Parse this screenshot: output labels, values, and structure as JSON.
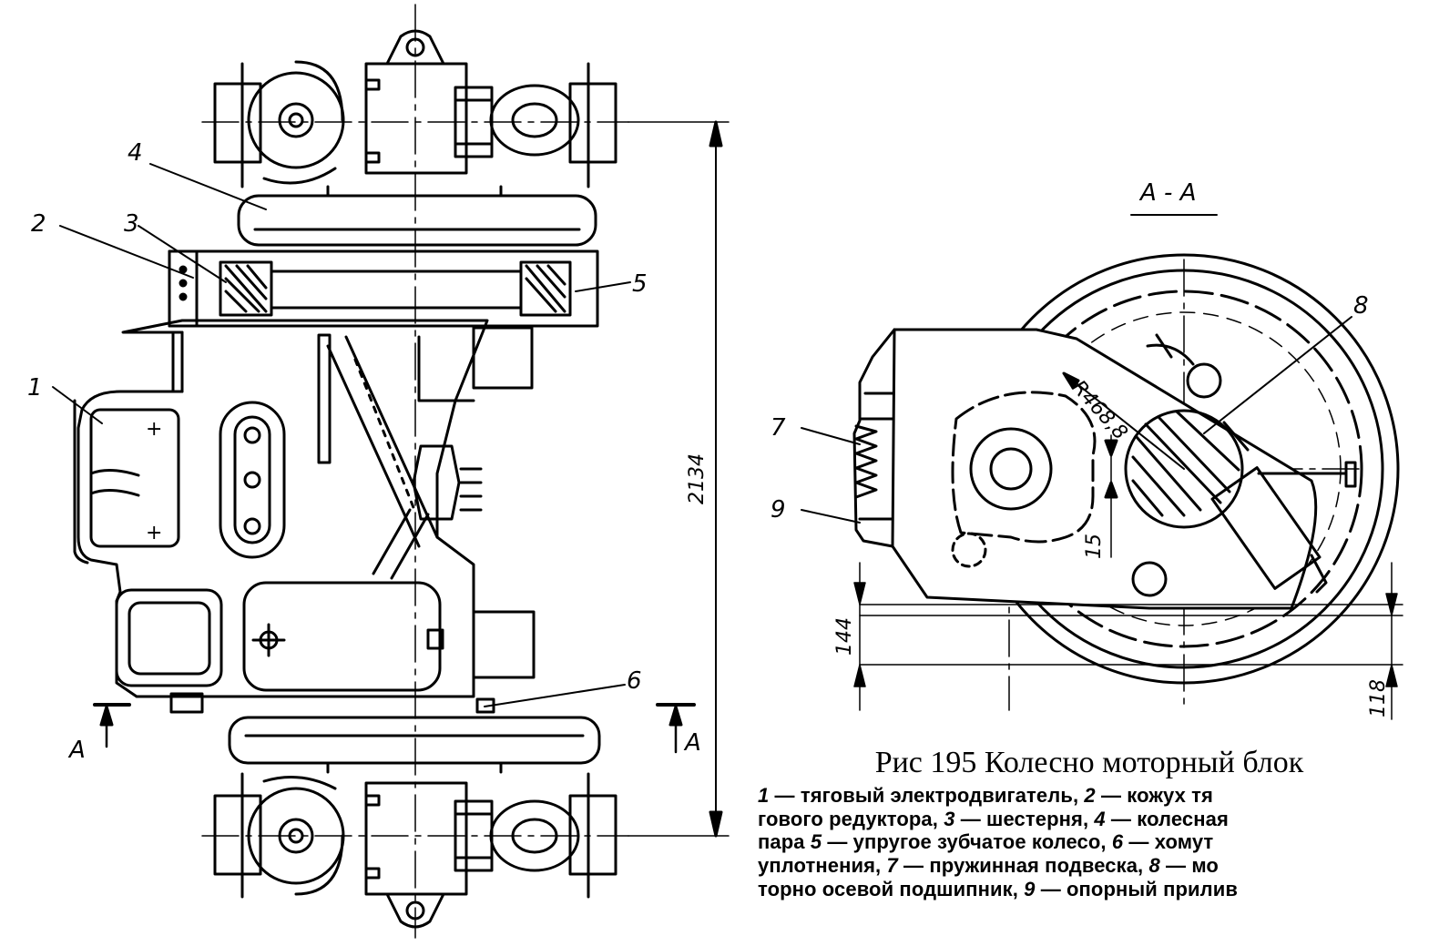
{
  "section_view": {
    "title": "А - А",
    "radius_label": "R468,8",
    "offset_label": "15",
    "dim_left": "144",
    "dim_right": "118"
  },
  "plan_view": {
    "dim_length": "2134",
    "section_mark_left": "A",
    "section_mark_right": "A"
  },
  "callouts": [
    "1",
    "2",
    "3",
    "4",
    "5",
    "6",
    "7",
    "8",
    "9"
  ],
  "caption": {
    "title": "Рис 195 Колесно моторный блок",
    "lines": [
      [
        {
          "n": "1"
        },
        {
          "t": " — тяговый электродвигатель, "
        },
        {
          "n": "2"
        },
        {
          "t": " — кожух тя"
        }
      ],
      [
        {
          "t": "гового редуктора, "
        },
        {
          "n": "3"
        },
        {
          "t": " — шестерня, "
        },
        {
          "n": "4"
        },
        {
          "t": " — колесная"
        }
      ],
      [
        {
          "t": "пара  "
        },
        {
          "n": "5"
        },
        {
          "t": " — упругое зубчатое колесо, "
        },
        {
          "n": "6"
        },
        {
          "t": " — хомут"
        }
      ],
      [
        {
          "t": "уплотнения, "
        },
        {
          "n": "7"
        },
        {
          "t": " — пружинная подвеска, "
        },
        {
          "n": "8"
        },
        {
          "t": " — мо"
        }
      ],
      [
        {
          "t": "торно осевой подшипник, "
        },
        {
          "n": "9"
        },
        {
          "t": " — опорный прилив"
        }
      ]
    ]
  }
}
